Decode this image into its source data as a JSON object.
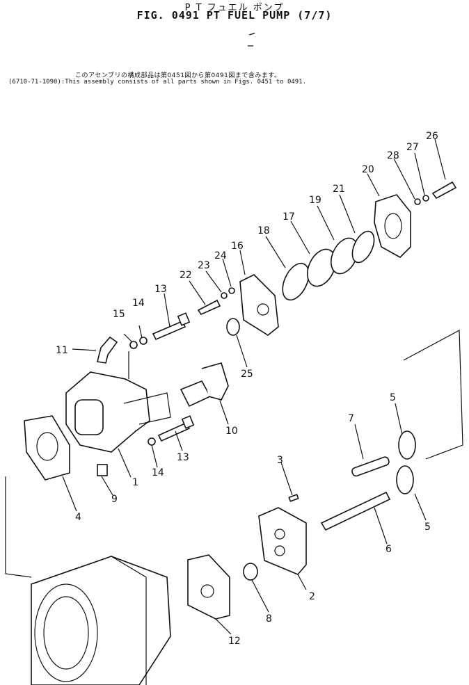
{
  "header": {
    "title_jp": "P T フュエル ポンプ",
    "title_fig": "FIG. 0491  PT FUEL PUMP (7/7)"
  },
  "note": {
    "jp": "このアセンブリの構成部品は第0451図から第0491図まで含みます。",
    "en": "(6710-71-1090):This assembly consists of all parts shown in Figs. 0451 to 0491."
  },
  "callouts": [
    {
      "id": "1",
      "label": "1"
    },
    {
      "id": "2",
      "label": "2"
    },
    {
      "id": "3",
      "label": "3"
    },
    {
      "id": "4",
      "label": "4"
    },
    {
      "id": "5a",
      "label": "5"
    },
    {
      "id": "5b",
      "label": "5"
    },
    {
      "id": "6",
      "label": "6"
    },
    {
      "id": "7",
      "label": "7"
    },
    {
      "id": "8",
      "label": "8"
    },
    {
      "id": "9",
      "label": "9"
    },
    {
      "id": "10",
      "label": "10"
    },
    {
      "id": "11",
      "label": "11"
    },
    {
      "id": "12",
      "label": "12"
    },
    {
      "id": "13a",
      "label": "13"
    },
    {
      "id": "13b",
      "label": "13"
    },
    {
      "id": "14a",
      "label": "14"
    },
    {
      "id": "14b",
      "label": "14"
    },
    {
      "id": "15",
      "label": "15"
    },
    {
      "id": "16",
      "label": "16"
    },
    {
      "id": "17",
      "label": "17"
    },
    {
      "id": "18",
      "label": "18"
    },
    {
      "id": "19",
      "label": "19"
    },
    {
      "id": "20",
      "label": "20"
    },
    {
      "id": "21",
      "label": "21"
    },
    {
      "id": "22",
      "label": "22"
    },
    {
      "id": "23",
      "label": "23"
    },
    {
      "id": "24",
      "label": "24"
    },
    {
      "id": "25",
      "label": "25"
    },
    {
      "id": "26",
      "label": "26"
    },
    {
      "id": "27",
      "label": "27"
    },
    {
      "id": "28",
      "label": "28"
    }
  ]
}
